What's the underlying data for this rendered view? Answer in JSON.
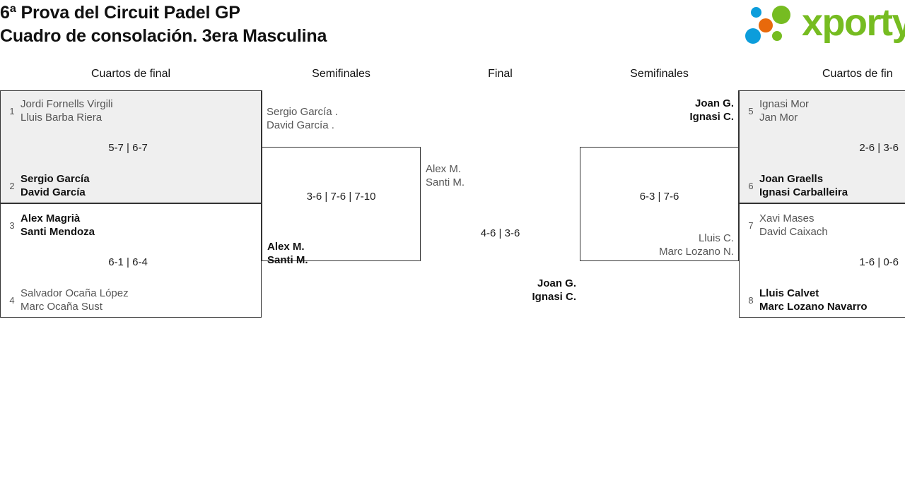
{
  "header": {
    "title_line_1": "6ª Prova del Circuit Padel GP",
    "title_line_2": "Cuadro de consolación. 3era Masculina",
    "logo_text": "xporty",
    "logo_colors": {
      "green": "#76bc21",
      "blue": "#0c9ddb",
      "orange": "#e8690b"
    }
  },
  "round_headers": [
    {
      "label": "Cuartos de final"
    },
    {
      "label": "Semifinales"
    },
    {
      "label": "Final"
    },
    {
      "label": "Semifinales"
    },
    {
      "label": "Cuartos de fin"
    }
  ],
  "bracket": {
    "left_quarterfinals": [
      {
        "score": "5-7 | 6-7",
        "top": {
          "seed": "1",
          "player_1": "Jordi Fornells Virgili",
          "player_2": "Lluis Barba Riera",
          "result": "loser"
        },
        "bottom": {
          "seed": "2",
          "player_1": "Sergio García",
          "player_2": "David García",
          "result": "winner"
        }
      },
      {
        "score": "6-1 | 6-4",
        "top": {
          "seed": "3",
          "player_1": "Alex Magrià",
          "player_2": "Santi Mendoza",
          "result": "winner"
        },
        "bottom": {
          "seed": "4",
          "player_1": "Salvador Ocaña López",
          "player_2": "Marc Ocaña Sust",
          "result": "loser"
        }
      }
    ],
    "left_semifinal": {
      "score": "3-6 | 7-6 | 7-10",
      "top": {
        "player_1": "Sergio García .",
        "player_2": "David García .",
        "result": "loser"
      },
      "bottom": {
        "player_1": "Alex M.",
        "player_2": "Santi M.",
        "result": "winner"
      }
    },
    "final": {
      "score": "4-6 | 3-6",
      "top": {
        "player_1": "Alex M.",
        "player_2": "Santi M.",
        "result": "loser"
      },
      "bottom": {
        "player_1": "Joan G.",
        "player_2": "Ignasi C.",
        "result": "winner"
      }
    },
    "right_semifinal": {
      "score": "6-3 | 7-6",
      "top": {
        "player_1": "Joan G.",
        "player_2": "Ignasi C.",
        "result": "winner"
      },
      "bottom": {
        "player_1": "Lluis C.",
        "player_2": "Marc Lozano N.",
        "result": "loser"
      }
    },
    "right_quarterfinals": [
      {
        "score": "2-6 | 3-6",
        "top": {
          "seed": "5",
          "player_1": "Ignasi Mor",
          "player_2": "Jan Mor",
          "result": "loser"
        },
        "bottom": {
          "seed": "6",
          "player_1": "Joan Graells",
          "player_2": "Ignasi Carballeira",
          "result": "winner"
        }
      },
      {
        "score": "1-6 | 0-6",
        "top": {
          "seed": "7",
          "player_1": "Xavi Mases",
          "player_2": "David Caixach",
          "result": "loser"
        },
        "bottom": {
          "seed": "8",
          "player_1": "Lluis Calvet",
          "player_2": "Marc Lozano Navarro",
          "result": "winner"
        }
      }
    ]
  }
}
